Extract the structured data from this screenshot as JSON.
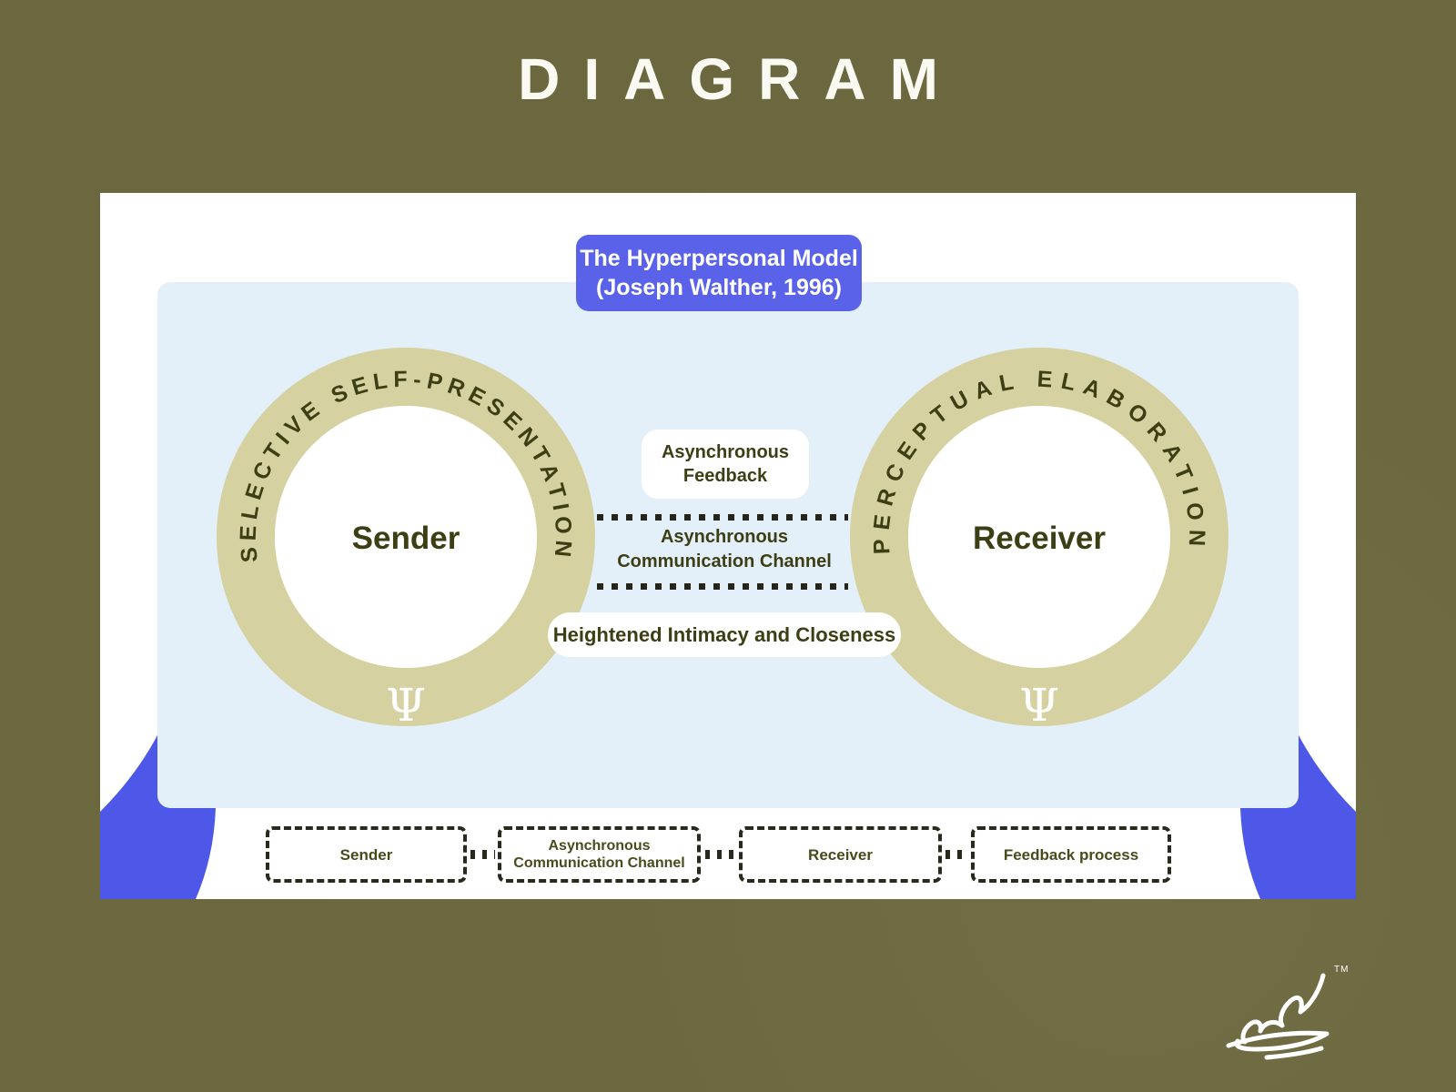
{
  "header": {
    "title": "DIAGRAM"
  },
  "model_box": {
    "line1": "The Hyperpersonal Model",
    "line2": "(Joseph Walther, 1996)"
  },
  "nodes": {
    "sender": {
      "ring_label": "SELECTIVE SELF-PRESENTATION",
      "label": "Sender",
      "symbol": "Ψ"
    },
    "receiver": {
      "ring_label": "PERCEPTUAL ELABORATION",
      "label": "Receiver",
      "symbol": "Ψ"
    }
  },
  "channels": {
    "feedback": {
      "line1": "Asynchronous",
      "line2": "Feedback"
    },
    "channel": {
      "line1": "Asynchronous",
      "line2": "Communication Channel"
    },
    "intimacy": {
      "label": "Heightened Intimacy and Closeness"
    }
  },
  "legend": {
    "items": [
      {
        "label": "Sender"
      },
      {
        "label": "Asynchronous",
        "label2": "Communication Channel"
      },
      {
        "label": "Receiver"
      },
      {
        "label": "Feedback process"
      }
    ]
  },
  "signature": {
    "tm": "TM"
  },
  "colors": {
    "background_olive": "#6b673f",
    "card_white": "#ffffff",
    "panel_blue": "#e3f0fa",
    "accent_blue_box": "#5a62e9",
    "accent_blue_corner": "#4d58e8",
    "ring_khaki": "#d6d1a0",
    "dark_olive_text": "#3e3e14",
    "dot_dark": "#26251c"
  }
}
